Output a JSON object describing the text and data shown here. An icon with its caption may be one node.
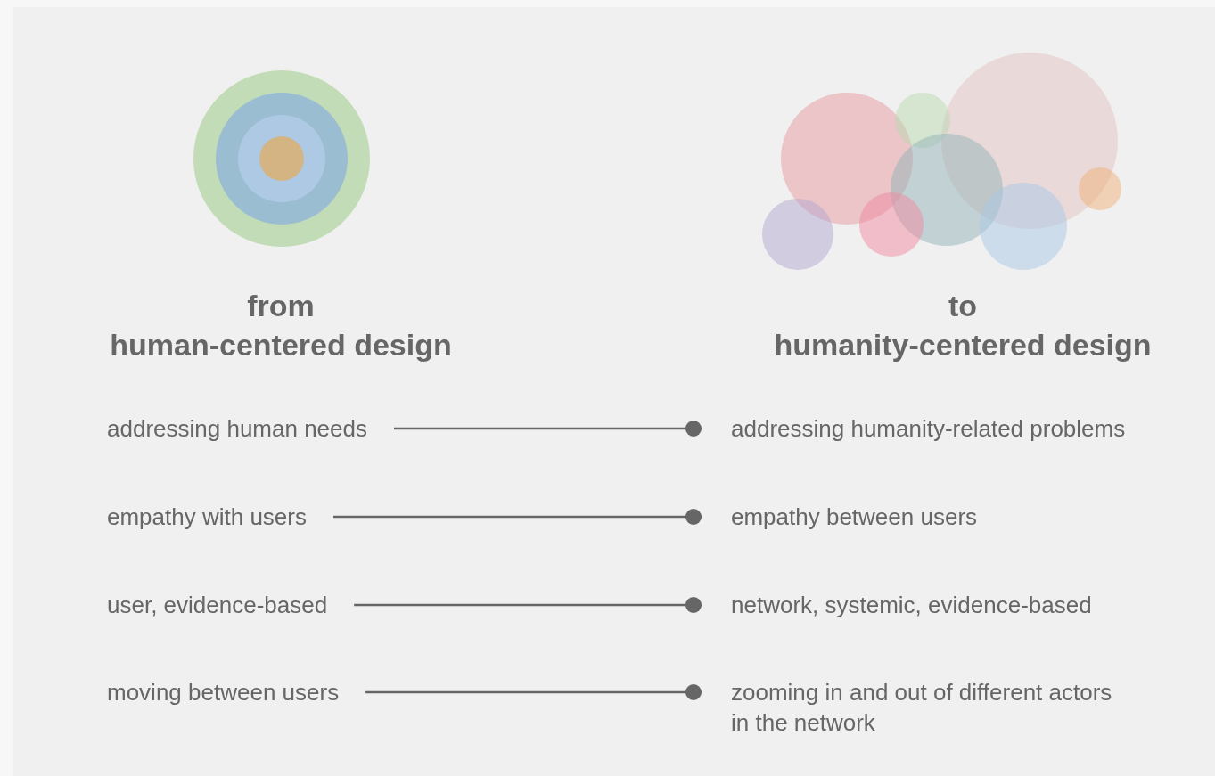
{
  "diagram": {
    "nodes": [
      {
        "text": [
          "addressing human needs"
        ]
      },
      {
        "text": [
          "addressing humanity-related problems"
        ]
      },
      {
        "text": [
          "empathy with users"
        ]
      },
      {
        "text": [
          "empathy between users"
        ]
      },
      {
        "text": [
          "user, evidence-based"
        ]
      },
      {
        "text": [
          "network, systemic, evidence-based"
        ]
      },
      {
        "text": [
          "moving between users"
        ]
      },
      {
        "text": [
          "zooming in and out of different actors in the network"
        ]
      }
    ],
    "edges": [
      {
        "from": 0,
        "to": 1,
        "arrow": "other"
      },
      {
        "from": 2,
        "to": 3,
        "arrow": "other"
      },
      {
        "from": 4,
        "to": 5,
        "arrow": "other"
      },
      {
        "from": 6,
        "to": 7,
        "arrow": "other"
      }
    ],
    "labels": [
      "from",
      "human-centered design",
      "to",
      "humanity-centered design"
    ]
  }
}
